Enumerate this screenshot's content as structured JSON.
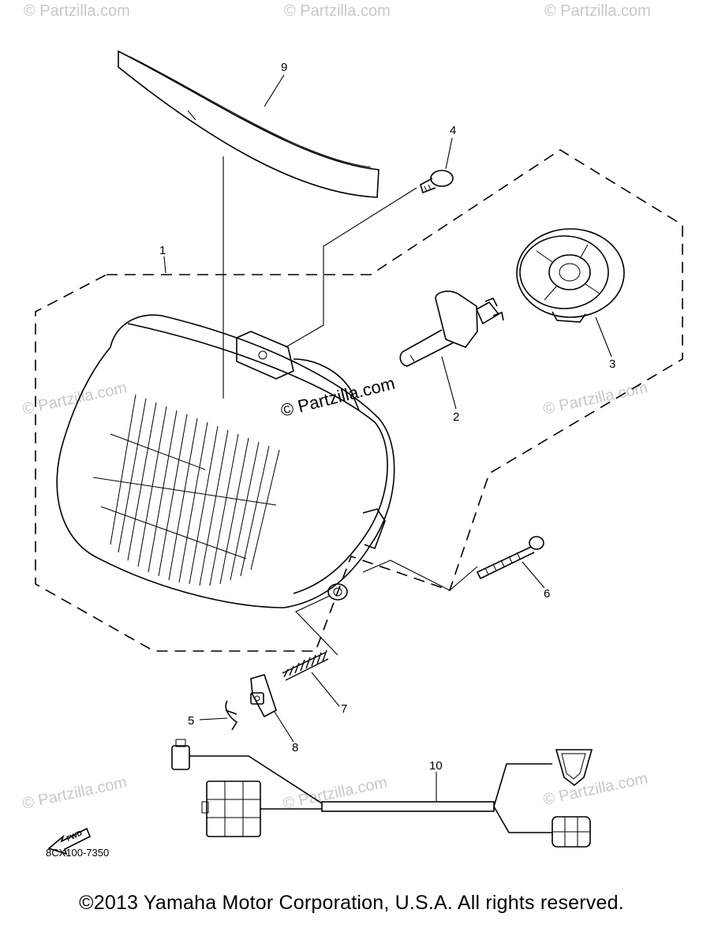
{
  "watermarks": {
    "brand": "© Partzilla.com",
    "center": "© Partzilla.com"
  },
  "callouts": {
    "p1": "1",
    "p2": "2",
    "p3": "3",
    "p4": "4",
    "p5": "5",
    "p6": "6",
    "p7": "7",
    "p8": "8",
    "p9": "9",
    "p10": "10"
  },
  "fwd_label": "FWD",
  "drawing_id": "8CX100-7350",
  "copyright": "©2013  Yamaha Motor Corporation, U.S.A. All rights reserved."
}
